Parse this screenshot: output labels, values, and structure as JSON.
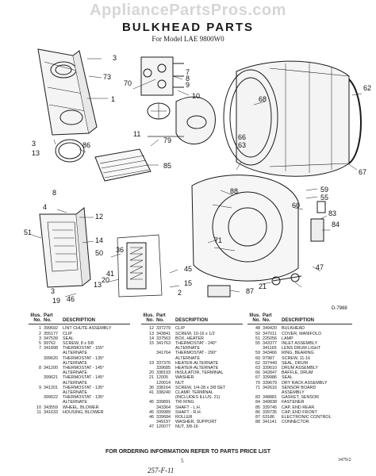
{
  "watermark": "AppliancePartsPros.com",
  "header": {
    "title": "BULKHEAD PARTS",
    "subtitle": "For Model LAE 9800W0"
  },
  "figure_code": "D-7988",
  "callouts": [
    "3",
    "73",
    "1",
    "70",
    "7",
    "8",
    "9",
    "10",
    "11",
    "13",
    "86",
    "79",
    "85",
    "68",
    "62",
    "66",
    "63",
    "67",
    "88",
    "59",
    "55",
    "60",
    "83",
    "84",
    "8",
    "4",
    "12",
    "51",
    "14",
    "50",
    "36",
    "45",
    "15",
    "13",
    "46",
    "41",
    "20",
    "19",
    "3",
    "21",
    "47",
    "87",
    "2",
    "3",
    "71"
  ],
  "legend_header": {
    "illus": "Illus.",
    "part": "Part",
    "no": "No.",
    "part_no": "No.",
    "description": "DESCRIPTION"
  },
  "legend_col1": [
    {
      "n": "1",
      "p": "399692",
      "d": "LINT CHUTE ASSEMBLY"
    },
    {
      "n": "2",
      "p": "355177",
      "d": "CLIP"
    },
    {
      "n": "3",
      "p": "347539",
      "d": "SEAL"
    },
    {
      "n": "5",
      "p": "99762",
      "d": "SCREW, 8 x 5/8"
    },
    {
      "n": "7",
      "p": "341898",
      "d": "THERMOSTAT - 155°"
    },
    {
      "n": "",
      "p": "",
      "d": "ALTERNATE"
    },
    {
      "n": "",
      "p": "399620",
      "d": "THERMOSTAT - 135°"
    },
    {
      "n": "",
      "p": "",
      "d": "ALTERNATE"
    },
    {
      "n": "8",
      "p": "341200",
      "d": "THERMOSTAT - 145°"
    },
    {
      "n": "",
      "p": "",
      "d": "ALTERNATE"
    },
    {
      "n": "",
      "p": "399621",
      "d": "THERMOSTAT - 145°"
    },
    {
      "n": "",
      "p": "",
      "d": "ALTERNATE"
    },
    {
      "n": "9",
      "p": "341201",
      "d": "THERMOSTAT - 135°"
    },
    {
      "n": "",
      "p": "",
      "d": "ALTERNATE"
    },
    {
      "n": "",
      "p": "399622",
      "d": "THERMOSTAT - 135°"
    },
    {
      "n": "",
      "p": "",
      "d": "ALTERNATE"
    },
    {
      "n": "10",
      "p": "343559",
      "d": "WHEEL, BLOWER"
    },
    {
      "n": "11",
      "p": "341633",
      "d": "HOUSING, BLOWER"
    }
  ],
  "legend_col2": [
    {
      "n": "12",
      "p": "337279",
      "d": "CLIP"
    },
    {
      "n": "13",
      "p": "343841",
      "d": "SCREW, 10-16 x 1/2"
    },
    {
      "n": "14",
      "p": "337563",
      "d": "BOX, HEATER"
    },
    {
      "n": "15",
      "p": "341763",
      "d": "THERMOSTAT - 240°"
    },
    {
      "n": "",
      "p": "",
      "d": "ALTERNATE"
    },
    {
      "n": "",
      "p": "341764",
      "d": "THERMOSTAT - 290°"
    },
    {
      "n": "",
      "p": "",
      "d": "ALTERNATE"
    },
    {
      "n": "19",
      "p": "337376",
      "d": "HEATER-ALTERNATE"
    },
    {
      "n": "",
      "p": "339685",
      "d": "HEATER-ALTERNATE"
    },
    {
      "n": "20",
      "p": "338193",
      "d": "INSULATOR, TERMINAL"
    },
    {
      "n": "21",
      "p": "12005",
      "d": "WASHER"
    },
    {
      "n": "",
      "p": "120014",
      "d": "NUT"
    },
    {
      "n": "36",
      "p": "338164",
      "d": "SCREW, 1/4-28 x 3/8 SET"
    },
    {
      "n": "41",
      "p": "338240",
      "d": "CLAMP, TERMINAL"
    },
    {
      "n": "",
      "p": "",
      "d": "(INCLUDES ILLUS. 21)"
    },
    {
      "n": "45",
      "p": "339891",
      "d": "TRI RING"
    },
    {
      "n": "",
      "p": "343364",
      "d": "SHAFT - L.H."
    },
    {
      "n": "45",
      "p": "339989",
      "d": "SHAFT - R.H."
    },
    {
      "n": "46",
      "p": "339684",
      "d": "ROLLER"
    },
    {
      "n": "",
      "p": "349197",
      "d": "WASHER, SUPPORT"
    },
    {
      "n": "47",
      "p": "120077",
      "d": "NUT, 3/8-16"
    }
  ],
  "legend_col3": [
    {
      "n": "48",
      "p": "349420",
      "d": "BULKHEAD"
    },
    {
      "n": "50",
      "p": "347011",
      "d": "COVER, MANIFOLD"
    },
    {
      "n": "51",
      "p": "225056",
      "d": "LAMP"
    },
    {
      "n": "55",
      "p": "343377",
      "d": "INLET ASSEMBLY"
    },
    {
      "n": "",
      "p": "341165",
      "d": "LENS DRUM LIGHT"
    },
    {
      "n": "59",
      "p": "343466",
      "d": "RING, BEARING"
    },
    {
      "n": "60",
      "p": "97987",
      "d": "SCREW, 11-16"
    },
    {
      "n": "62",
      "p": "337449",
      "d": "SEAL, DRUM"
    },
    {
      "n": "63",
      "p": "339610",
      "d": "DRUM ASSEMBLY"
    },
    {
      "n": "66",
      "p": "342847",
      "d": "BAFFLE, DRUM"
    },
    {
      "n": "67",
      "p": "339986",
      "d": "SEAL"
    },
    {
      "n": "70",
      "p": "339679",
      "d": "DRY RACK ASSEMBLY"
    },
    {
      "n": "71",
      "p": "342616",
      "d": "SENSOR BOARD"
    },
    {
      "n": "",
      "p": "",
      "d": "ASSEMBLY"
    },
    {
      "n": "83",
      "p": "348881",
      "d": "GASKET, SENSOR"
    },
    {
      "n": "84",
      "p": "349838",
      "d": "FASTENER"
    },
    {
      "n": "85",
      "p": "339745",
      "d": "CAP, END REAR"
    },
    {
      "n": "86",
      "p": "339735",
      "d": "CAP, END FRONT"
    },
    {
      "n": "87",
      "p": "63186",
      "d": "ELECTRONIC CONTROL"
    },
    {
      "n": "88",
      "p": "341141",
      "d": "CONNECTOR"
    }
  ],
  "footer": {
    "note": "FOR ORDERING INFORMATION REFER TO PARTS PRICE LIST",
    "page": "5",
    "page_code": "3479/2",
    "handwritten": "257-F-11"
  }
}
